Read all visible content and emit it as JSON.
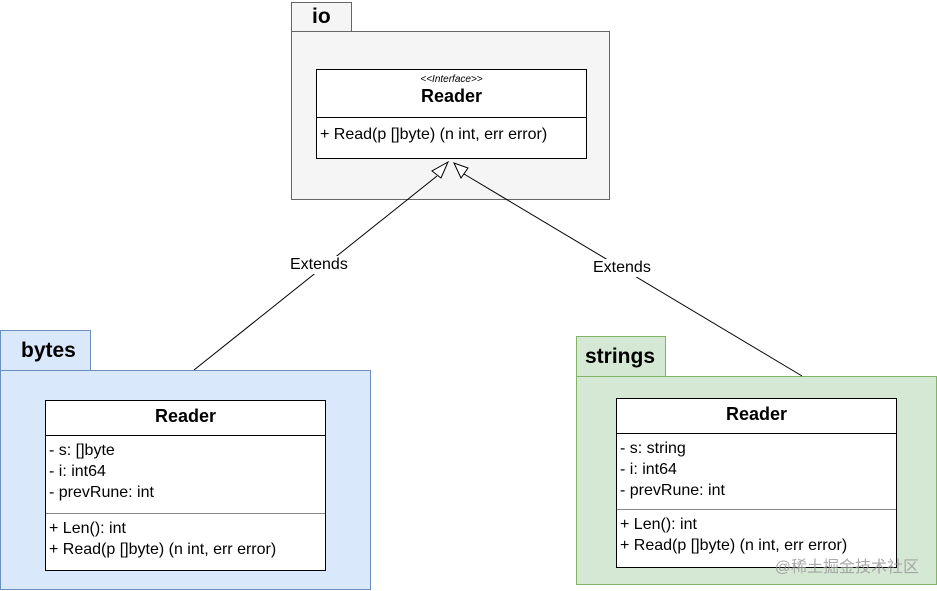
{
  "colors": {
    "io_fill": "#f5f5f5",
    "bytes_fill": "#dae8fc",
    "bytes_stroke": "#6c8ebf",
    "strings_fill": "#d5e8d4",
    "strings_stroke": "#82b366"
  },
  "packages": {
    "io": {
      "name": "io",
      "class": {
        "stereotype": "<<Interface>>",
        "name": "Reader",
        "methods": [
          "+ Read(p []byte) (n int, err error)"
        ]
      }
    },
    "bytes": {
      "name": "bytes",
      "class": {
        "name": "Reader",
        "attributes": [
          "- s: []byte",
          "- i: int64",
          "- prevRune: int"
        ],
        "methods": [
          "+ Len(): int",
          "+ Read(p []byte) (n int, err error)"
        ]
      }
    },
    "strings": {
      "name": "strings",
      "class": {
        "name": "Reader",
        "attributes": [
          "- s: string",
          "- i: int64",
          "- prevRune: int"
        ],
        "methods": [
          "+ Len(): int",
          "+ Read(p []byte) (n int, err error)"
        ]
      }
    }
  },
  "edges": {
    "left_label": "Extends",
    "right_label": "Extends"
  },
  "watermark": "@稀土掘金技术社区"
}
